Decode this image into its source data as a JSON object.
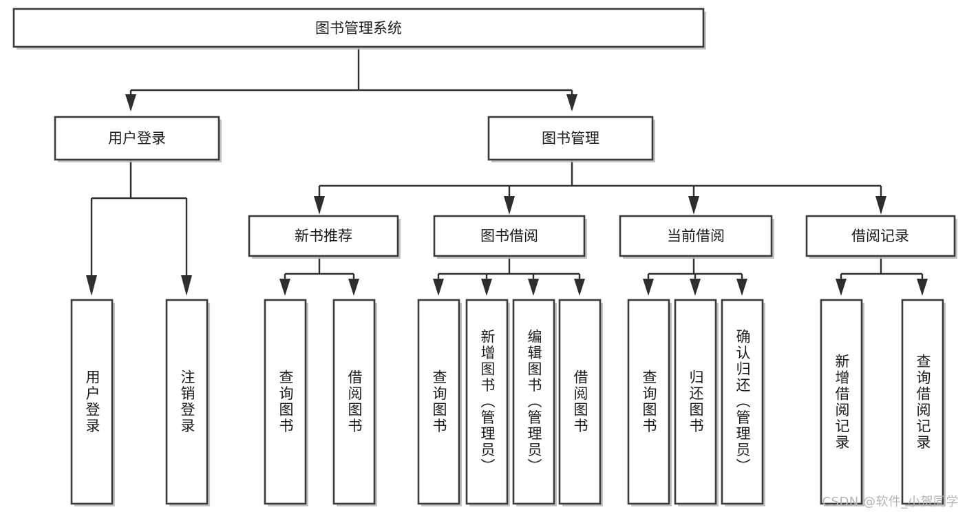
{
  "diagram": {
    "type": "tree-hierarchy",
    "title": "图书管理系统",
    "watermark": "CSDN @软件_小贺同学",
    "colors": {
      "box_stroke": "#3a3a3a",
      "box_fill": "#ffffff",
      "connector": "#2e2e2e",
      "text": "#1b1b1b",
      "watermark": "#b4b4b4",
      "background": "#ffffff"
    },
    "levels": {
      "level1": [
        {
          "id": "root",
          "label": "图书管理系统",
          "orientation": "horizontal"
        }
      ],
      "level2": [
        {
          "id": "login",
          "label": "用户登录",
          "orientation": "horizontal",
          "parent": "root"
        },
        {
          "id": "bookmgmt",
          "label": "图书管理",
          "orientation": "horizontal",
          "parent": "root"
        }
      ],
      "level3": [
        {
          "id": "newbook",
          "label": "新书推荐",
          "orientation": "horizontal",
          "parent": "bookmgmt"
        },
        {
          "id": "borrow",
          "label": "图书借阅",
          "orientation": "horizontal",
          "parent": "bookmgmt"
        },
        {
          "id": "current",
          "label": "当前借阅",
          "orientation": "horizontal",
          "parent": "bookmgmt"
        },
        {
          "id": "records",
          "label": "借阅记录",
          "orientation": "horizontal",
          "parent": "bookmgmt"
        }
      ],
      "level4": [
        {
          "id": "leaf1",
          "label": "用户登录",
          "orientation": "vertical",
          "parent": "login"
        },
        {
          "id": "leaf2",
          "label": "注销登录",
          "orientation": "vertical",
          "parent": "login"
        },
        {
          "id": "leaf3",
          "label": "查询图书",
          "orientation": "vertical",
          "parent": "newbook"
        },
        {
          "id": "leaf4",
          "label": "借阅图书",
          "orientation": "vertical",
          "parent": "newbook"
        },
        {
          "id": "leaf5",
          "label": "查询图书",
          "orientation": "vertical",
          "parent": "borrow"
        },
        {
          "id": "leaf6",
          "label": "新增图书（管理员）",
          "orientation": "vertical",
          "parent": "borrow"
        },
        {
          "id": "leaf7",
          "label": "编辑图书（管理员）",
          "orientation": "vertical",
          "parent": "borrow"
        },
        {
          "id": "leaf8",
          "label": "借阅图书",
          "orientation": "vertical",
          "parent": "borrow"
        },
        {
          "id": "leaf9",
          "label": "查询图书",
          "orientation": "vertical",
          "parent": "current"
        },
        {
          "id": "leaf10",
          "label": "归还图书",
          "orientation": "vertical",
          "parent": "current"
        },
        {
          "id": "leaf11",
          "label": "确认归还（管理员）",
          "orientation": "vertical",
          "parent": "current"
        },
        {
          "id": "leaf12",
          "label": "新增借阅记录",
          "orientation": "vertical",
          "parent": "records"
        },
        {
          "id": "leaf13",
          "label": "查询借阅记录",
          "orientation": "vertical",
          "parent": "records"
        }
      ]
    }
  }
}
